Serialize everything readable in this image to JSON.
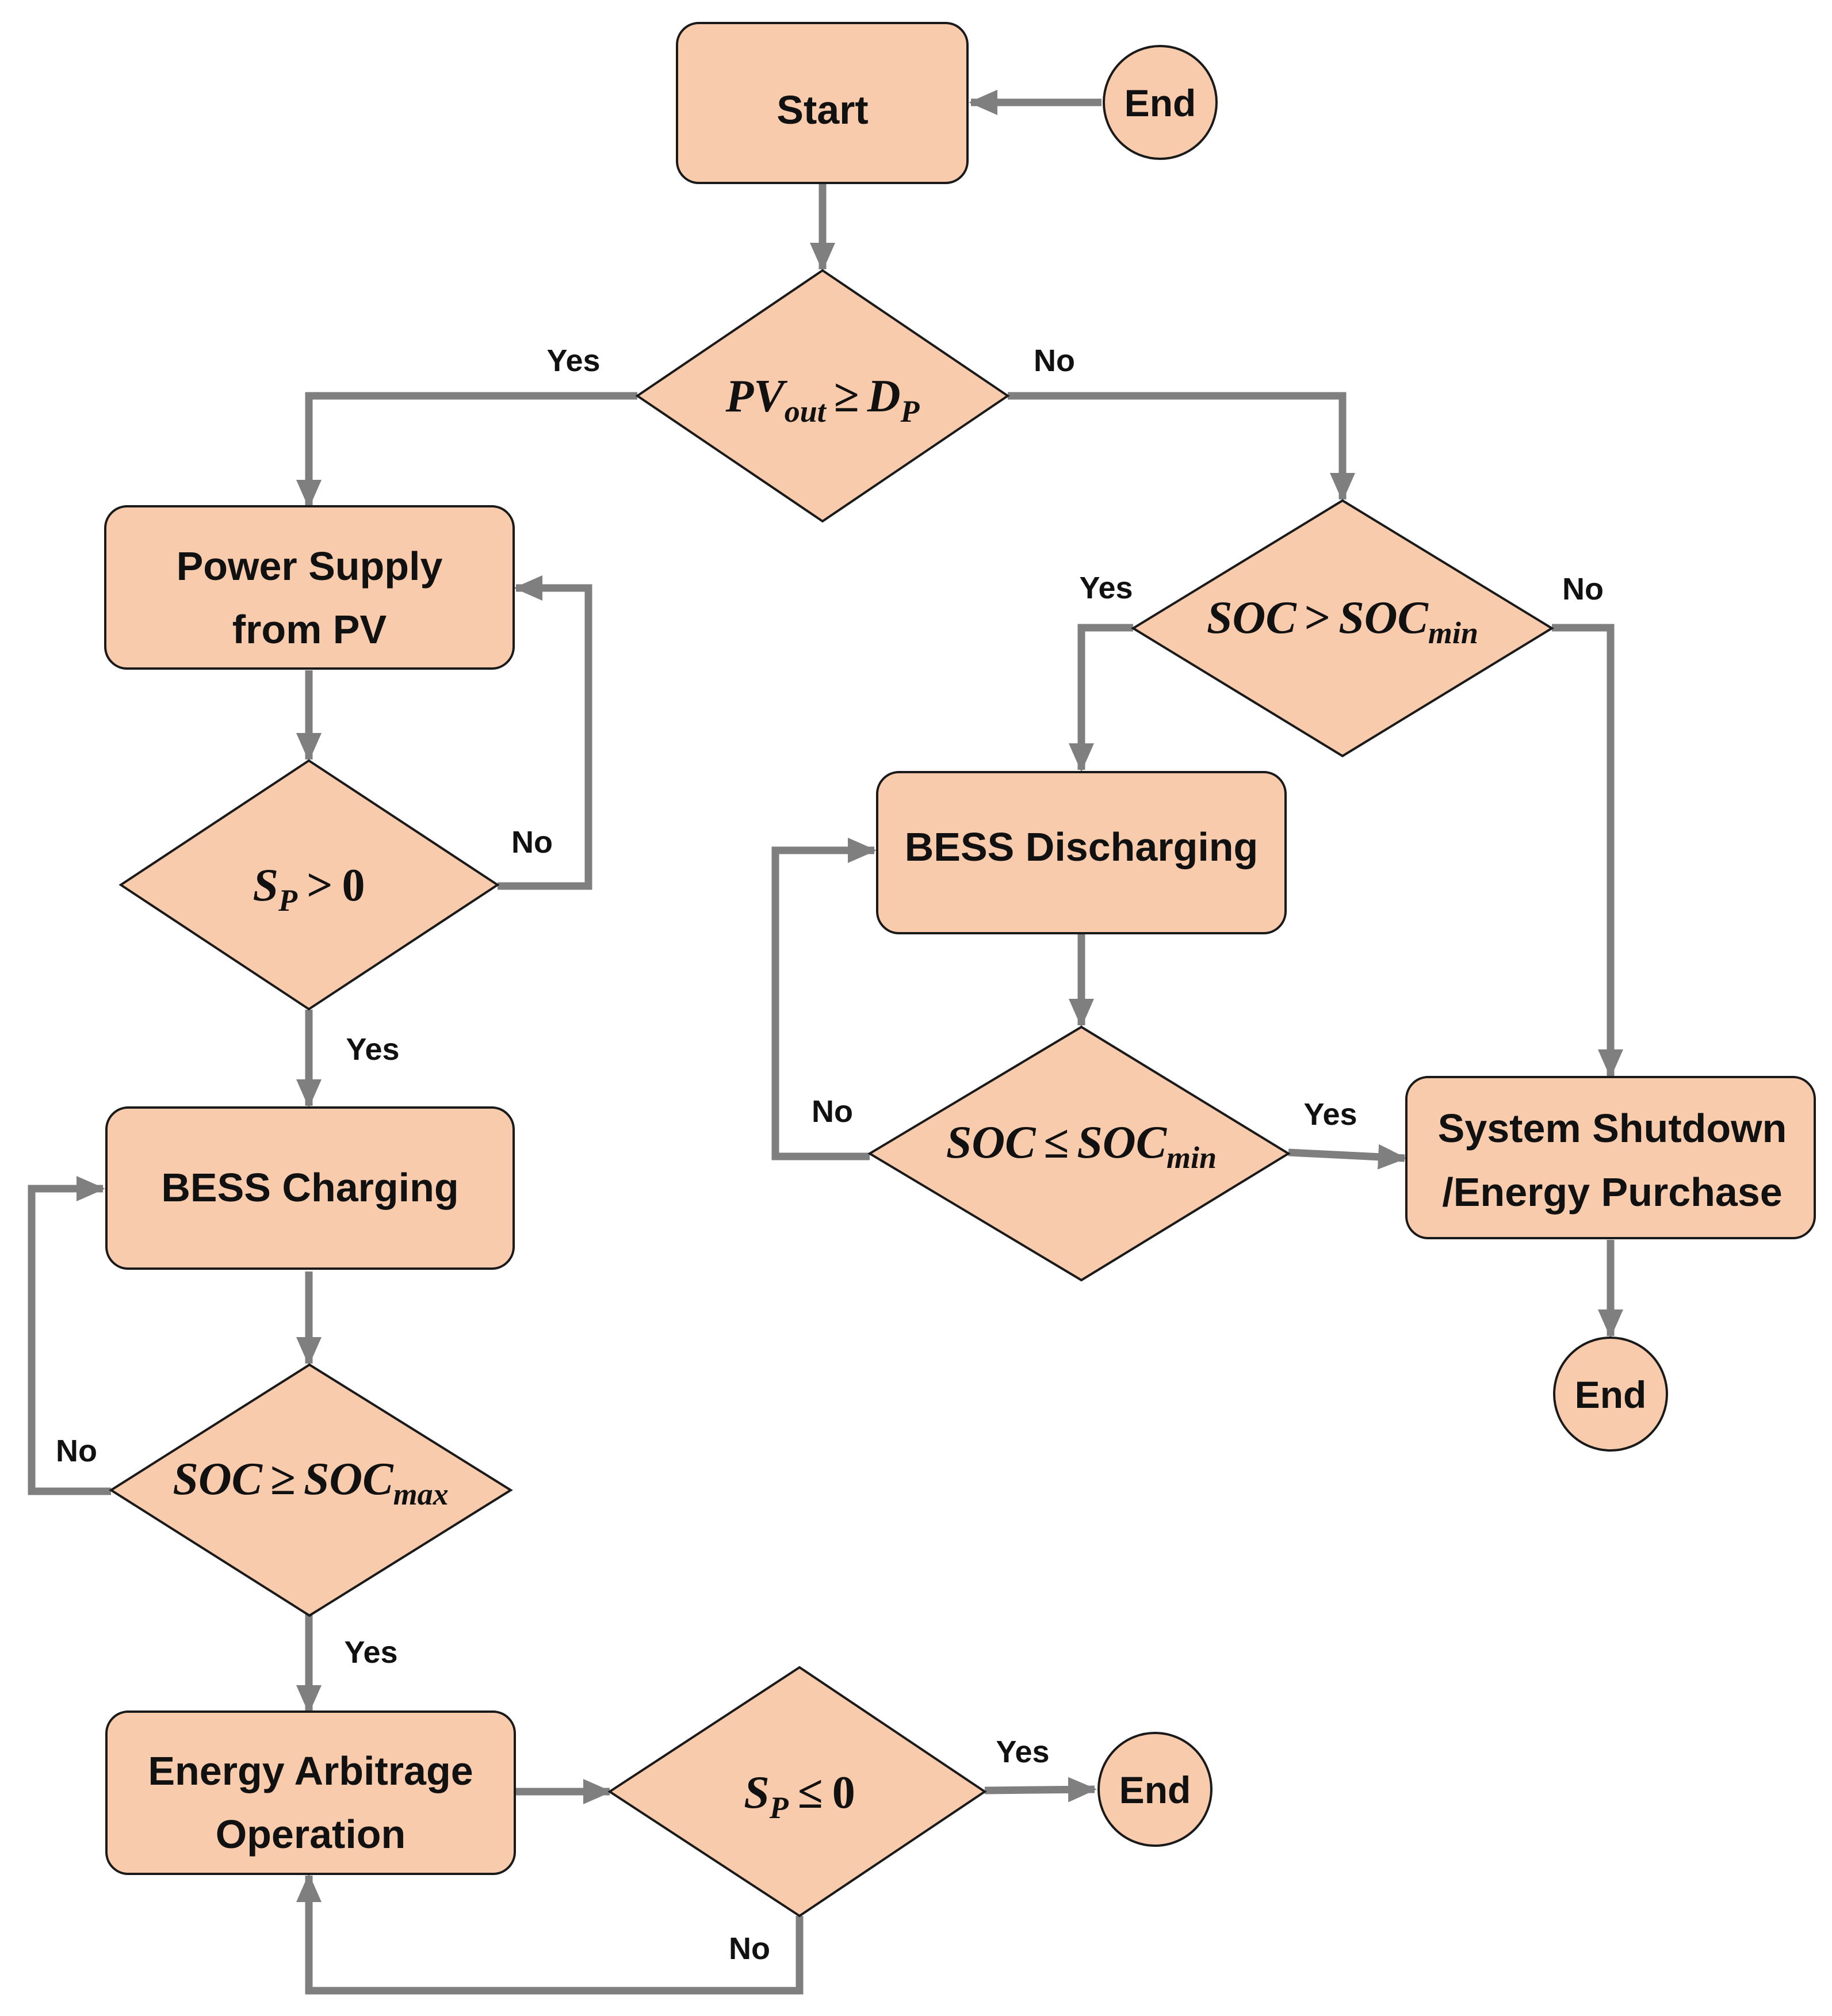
{
  "colors": {
    "node_fill": "#F8CBAD",
    "node_stroke": "#1a1a1a",
    "arrow": "#7F7F7F"
  },
  "boxes": {
    "start": "Start",
    "pv_supply": [
      "Power Supply",
      "from PV"
    ],
    "bess_charging": "BESS Charging",
    "energy_arbitrage": [
      "Energy Arbitrage",
      "Operation"
    ],
    "bess_discharging": "BESS Discharging",
    "shutdown": [
      "System Shutdown",
      "/Energy Purchase"
    ]
  },
  "terminals": {
    "end_top": "End",
    "end_right": "End",
    "end_bottom": "End"
  },
  "decisions": {
    "pv_vs_demand": {
      "a": "PV",
      "a_sub": "out",
      "op": "≥",
      "b": "D",
      "b_sub": "P"
    },
    "sp_positive": {
      "a": "S",
      "a_sub": "P",
      "op": ">",
      "b": "0"
    },
    "soc_max": {
      "a": "SOC",
      "op": "≥",
      "b": "SOC",
      "b_sub": "max"
    },
    "sp_nonpositive": {
      "a": "S",
      "a_sub": "P",
      "op": "≤",
      "b": "0"
    },
    "soc_above_min": {
      "a": "SOC",
      "op": ">",
      "b": "SOC",
      "b_sub": "min"
    },
    "soc_at_min": {
      "a": "SOC",
      "op": "≤",
      "b": "SOC",
      "b_sub": "min"
    }
  },
  "edge_labels": {
    "pv_yes": "Yes",
    "pv_no": "No",
    "sp_pos_no": "No",
    "sp_pos_yes": "Yes",
    "soc_max_no": "No",
    "soc_max_yes": "Yes",
    "sp_nonpos_yes": "Yes",
    "sp_nonpos_no": "No",
    "soc_min_yes": "Yes",
    "soc_min_no": "No",
    "soc_atmin_no": "No",
    "soc_atmin_yes": "Yes"
  }
}
